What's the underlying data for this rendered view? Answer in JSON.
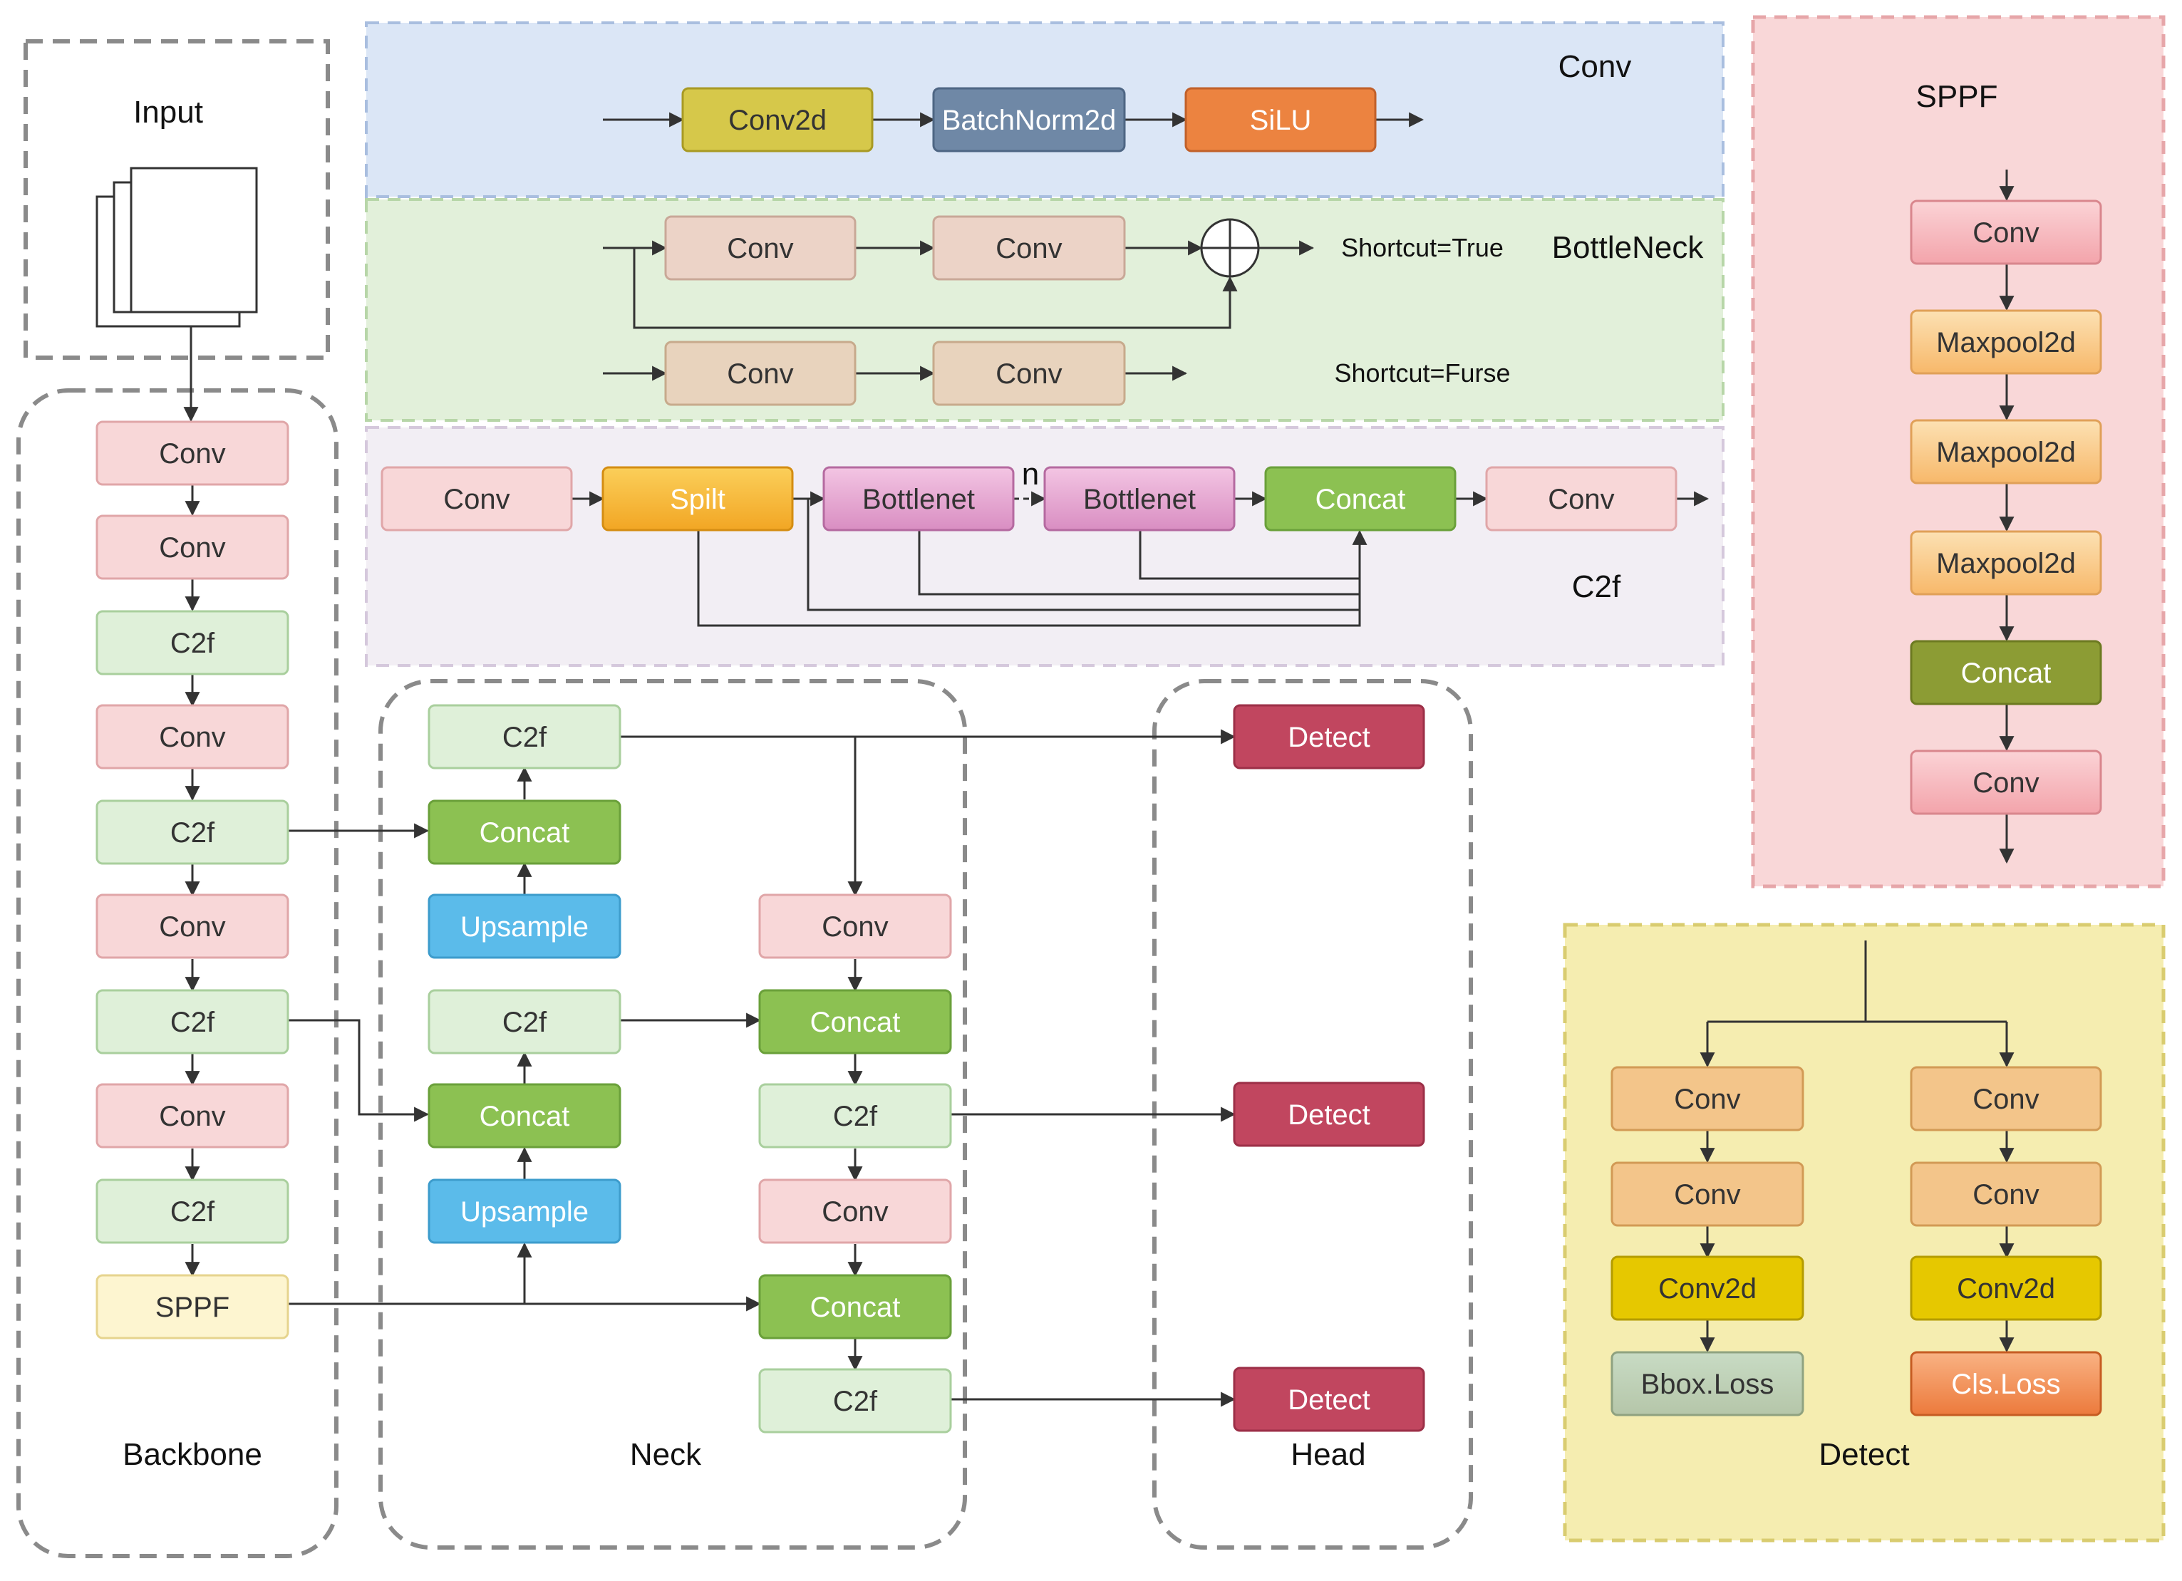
{
  "panels": {
    "input": "Input",
    "backbone": "Backbone",
    "neck": "Neck",
    "head": "Head",
    "conv": "Conv",
    "bottleneck": "BottleNeck",
    "c2f": "C2f",
    "sppf": "SPPF",
    "detect": "Detect"
  },
  "conv_module": {
    "blocks": [
      "Conv2d",
      "BatchNorm2d",
      "SiLU"
    ]
  },
  "bottleneck_module": {
    "row1": [
      "Conv",
      "Conv"
    ],
    "row2": [
      "Conv",
      "Conv"
    ],
    "shortcut_true": "Shortcut=True",
    "shortcut_false": "Shortcut=Furse"
  },
  "c2f_module": {
    "blocks": [
      "Conv",
      "Spilt",
      "Bottlenet",
      "Bottlenet",
      "Concat",
      "Conv"
    ],
    "repeat_label": "n"
  },
  "backbone_blocks": [
    "Conv",
    "Conv",
    "C2f",
    "Conv",
    "C2f",
    "Conv",
    "C2f",
    "Conv",
    "C2f",
    "SPPF"
  ],
  "neck_blocks": {
    "left": [
      "C2f",
      "Concat",
      "Upsample",
      "C2f",
      "Concat",
      "Upsample"
    ],
    "right": [
      "Conv",
      "Concat",
      "C2f",
      "Conv",
      "Concat",
      "C2f"
    ]
  },
  "head_blocks": [
    "Detect",
    "Detect",
    "Detect"
  ],
  "sppf_blocks": [
    "Conv",
    "Maxpool2d",
    "Maxpool2d",
    "Maxpool2d",
    "Concat",
    "Conv"
  ],
  "detect_module": {
    "left": [
      "Conv",
      "Conv",
      "Conv2d",
      "Bbox.Loss"
    ],
    "right": [
      "Conv",
      "Conv",
      "Conv2d",
      "Cls.Loss"
    ]
  },
  "colors": {
    "conv_pink": "#f8d7d8",
    "c2f_green": "#dff0d9",
    "sppf_yellow": "#fdf5d0",
    "concat_green": "#8cc152",
    "upsample_blue": "#5bbbea",
    "detect_red": "#c1465f",
    "conv_panel": "#dbe6f6",
    "bottleneck_panel": "#e2f0da",
    "c2f_panel": "#f2eef4",
    "sppf_panel": "#f9d7d8",
    "detect_panel": "#f5edb0"
  }
}
